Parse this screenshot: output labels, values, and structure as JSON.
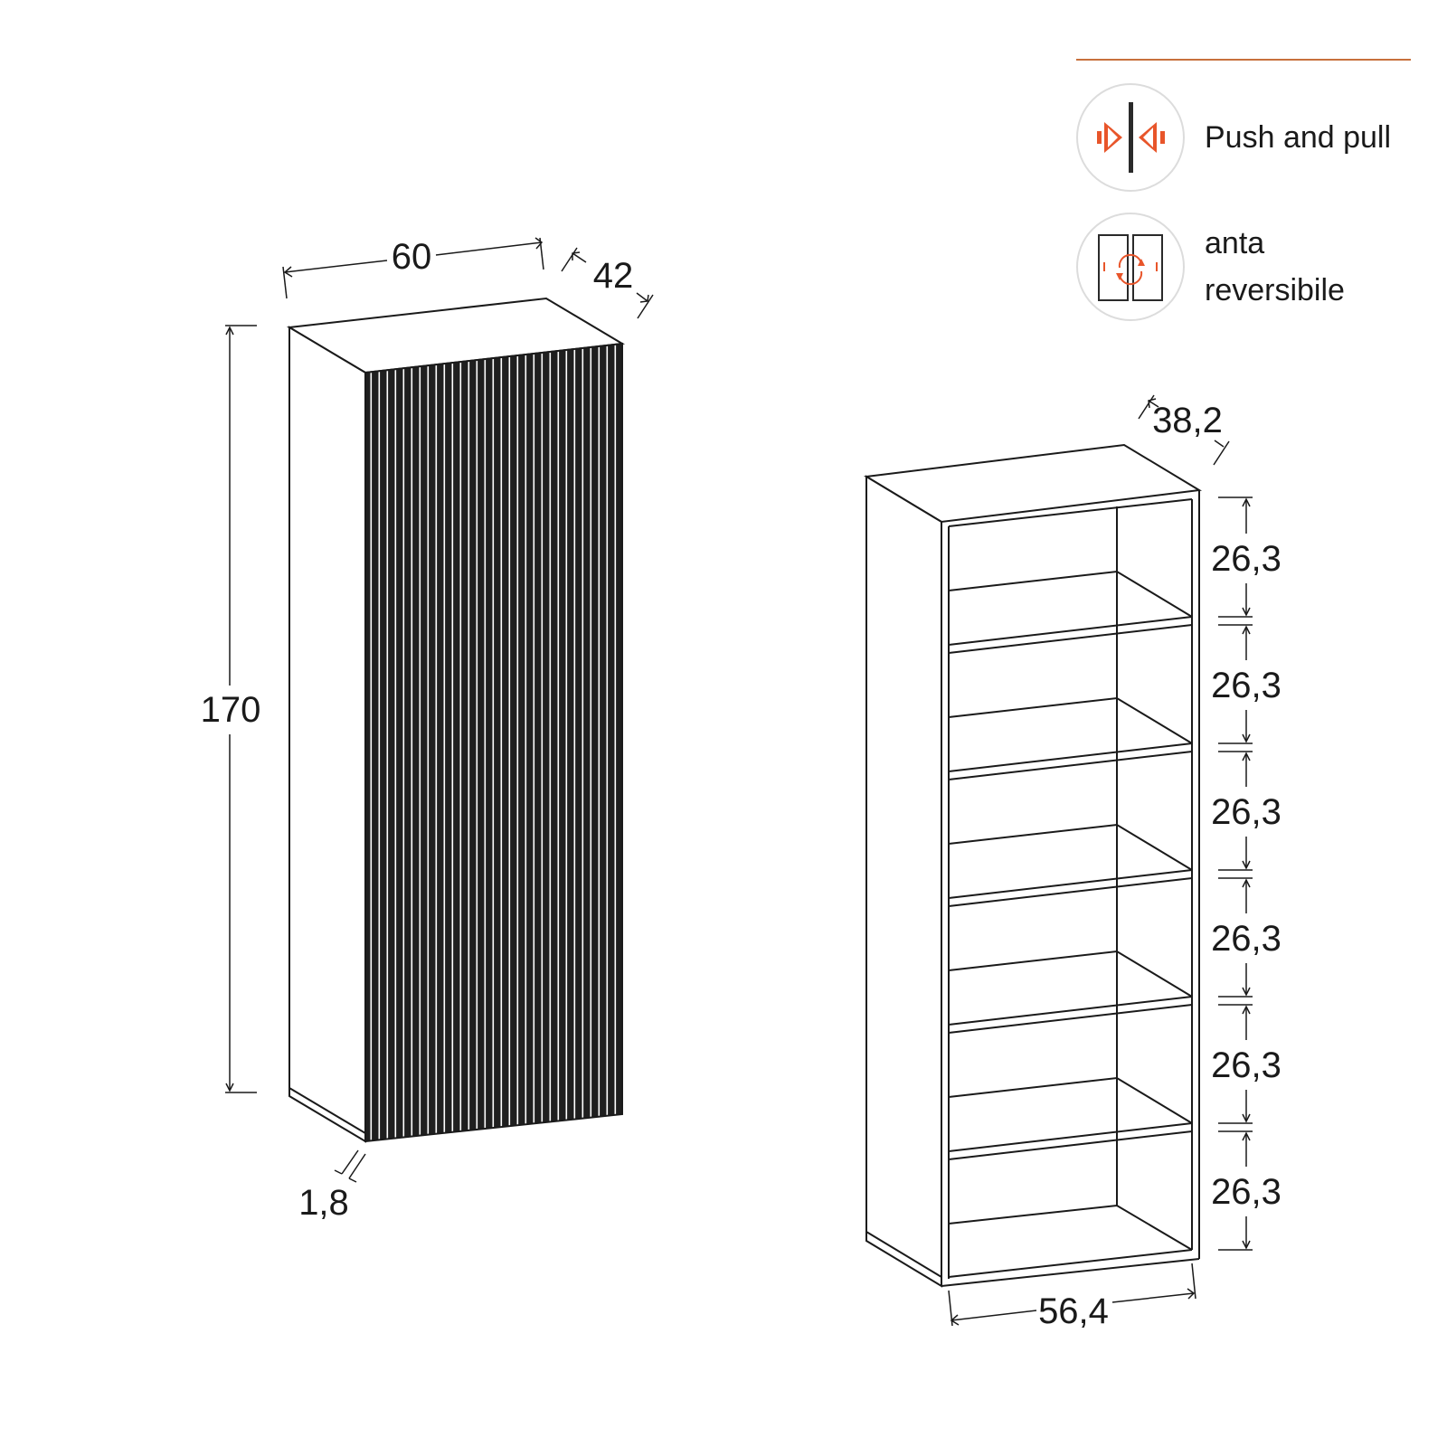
{
  "legend": {
    "features": [
      {
        "icon": "push-pull-icon",
        "label": "Push and pull",
        "accent": "#e8552a"
      },
      {
        "icon": "reversible-door-icon",
        "label_line1": "anta",
        "label_line2": "reversibile",
        "accent": "#e8552a"
      }
    ],
    "rule_color": "#c8703c"
  },
  "closed_cabinet": {
    "width_label": "60",
    "depth_label": "42",
    "height_label": "170",
    "door_thickness_label": "1,8"
  },
  "open_cabinet": {
    "depth_label": "38,2",
    "width_label": "56,4",
    "compartment_heights": [
      "26,3",
      "26,3",
      "26,3",
      "26,3",
      "26,3",
      "26,3"
    ]
  }
}
